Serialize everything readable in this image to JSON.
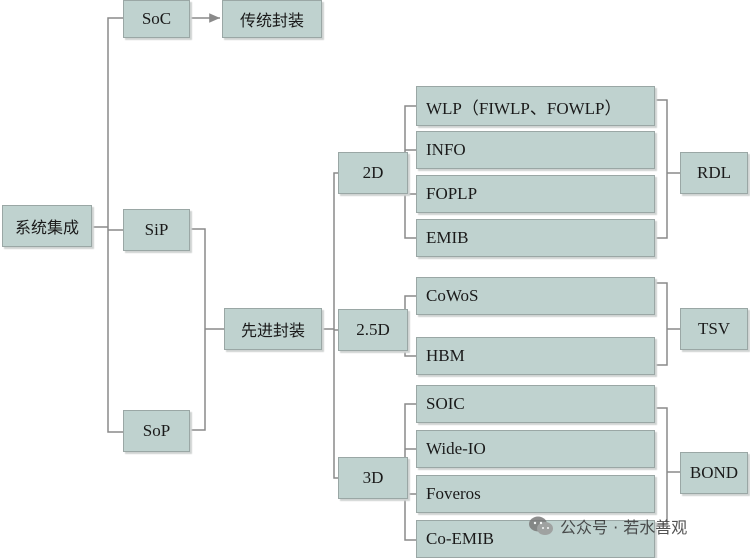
{
  "diagram": {
    "root": "系统集成",
    "level1": {
      "soc": "SoC",
      "sip": "SiP",
      "sop": "SoP"
    },
    "traditional": "传统封装",
    "advanced": "先进封装",
    "dims": {
      "d2": "2D",
      "d25": "2.5D",
      "d3": "3D"
    },
    "tech_2d": [
      "WLP（FIWLP、FOWLP）",
      "INFO",
      "FOPLP",
      "EMIB"
    ],
    "tech_25d": [
      "CoWoS",
      "HBM"
    ],
    "tech_3d": [
      "SOIC",
      "Wide-IO",
      "Foveros",
      "Co-EMIB"
    ],
    "interconnect": {
      "rdl": "RDL",
      "tsv": "TSV",
      "bond": "BOND"
    }
  },
  "watermark": {
    "text": "公众号 · 若水善观",
    "icon": "wechat-icon"
  },
  "colors": {
    "box_fill": "#bfd2cf",
    "box_border": "#9aa7a5",
    "line": "#8a8a8a"
  }
}
